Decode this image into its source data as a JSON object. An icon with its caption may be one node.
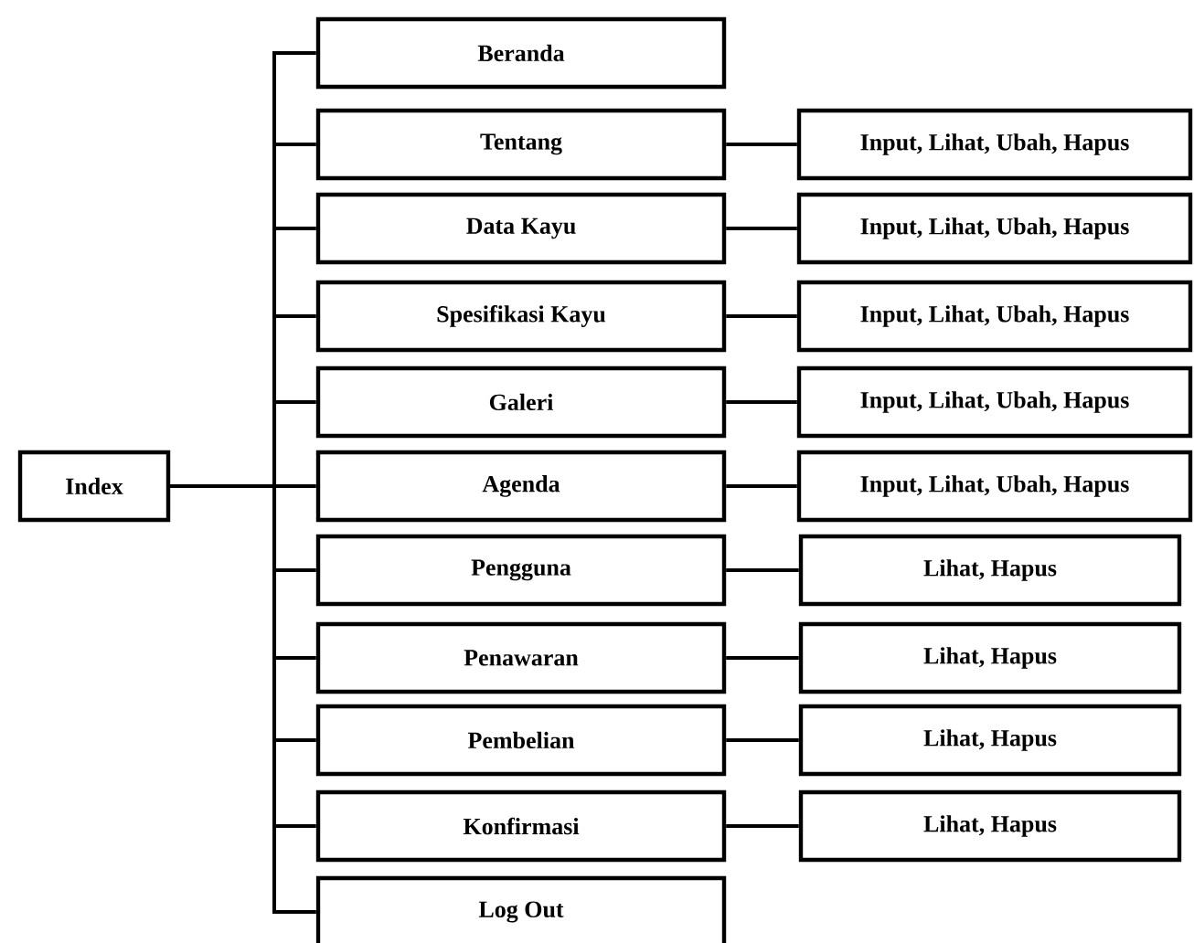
{
  "diagram": {
    "nodes": [
      {
        "text": [
          "Index"
        ]
      },
      {
        "text": [
          "Beranda"
        ]
      },
      {
        "text": [
          "Tentang"
        ]
      },
      {
        "text": [
          "Data Kayu"
        ]
      },
      {
        "text": [
          "Spesifikasi Kayu"
        ]
      },
      {
        "text": [
          "Galeri"
        ]
      },
      {
        "text": [
          "Agenda"
        ]
      },
      {
        "text": [
          "Pengguna"
        ]
      },
      {
        "text": [
          "Penawaran"
        ]
      },
      {
        "text": [
          "Pembelian"
        ]
      },
      {
        "text": [
          "Konfirmasi"
        ]
      },
      {
        "text": [
          "Log Out"
        ]
      },
      {
        "text": [
          "Input, Lihat, Ubah, Hapus"
        ]
      },
      {
        "text": [
          "Input, Lihat, Ubah, Hapus"
        ]
      },
      {
        "text": [
          "Input, Lihat, Ubah, Hapus"
        ]
      },
      {
        "text": [
          "Input, Lihat, Ubah, Hapus"
        ]
      },
      {
        "text": [
          "Input, Lihat, Ubah, Hapus"
        ]
      },
      {
        "text": [
          "Lihat, Hapus"
        ]
      },
      {
        "text": [
          "Lihat, Hapus"
        ]
      },
      {
        "text": [
          "Lihat, Hapus"
        ]
      },
      {
        "text": [
          "Lihat, Hapus"
        ]
      }
    ],
    "edges": [
      {
        "from": 0,
        "to": 1,
        "arrow": "none"
      },
      {
        "from": 0,
        "to": 2,
        "arrow": "none"
      },
      {
        "from": 0,
        "to": 3,
        "arrow": "none"
      },
      {
        "from": 0,
        "to": 4,
        "arrow": "none"
      },
      {
        "from": 0,
        "to": 5,
        "arrow": "none"
      },
      {
        "from": 0,
        "to": 6,
        "arrow": "none"
      },
      {
        "from": 0,
        "to": 7,
        "arrow": "none"
      },
      {
        "from": 0,
        "to": 8,
        "arrow": "none"
      },
      {
        "from": 0,
        "to": 9,
        "arrow": "none"
      },
      {
        "from": 0,
        "to": 10,
        "arrow": "none"
      },
      {
        "from": 0,
        "to": 11,
        "arrow": "none"
      },
      {
        "from": 2,
        "to": 12,
        "arrow": "none"
      },
      {
        "from": 3,
        "to": 13,
        "arrow": "none"
      },
      {
        "from": 4,
        "to": 14,
        "arrow": "none"
      },
      {
        "from": 5,
        "to": 15,
        "arrow": "none"
      },
      {
        "from": 6,
        "to": 16,
        "arrow": "none"
      },
      {
        "from": 7,
        "to": 17,
        "arrow": "none"
      },
      {
        "from": 8,
        "to": 18,
        "arrow": "none"
      },
      {
        "from": 9,
        "to": 19,
        "arrow": "none"
      },
      {
        "from": 10,
        "to": 20,
        "arrow": "none"
      }
    ]
  }
}
